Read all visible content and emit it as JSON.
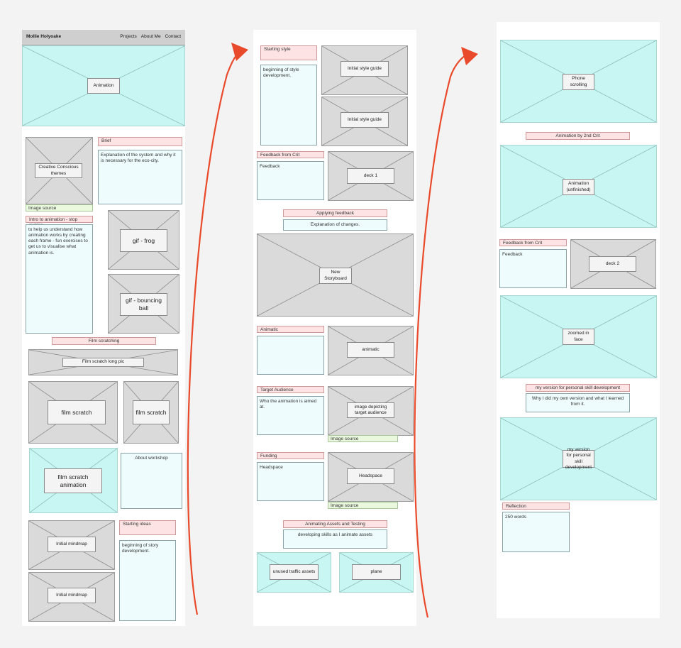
{
  "nav": {
    "brand": "Mollie Holyoake",
    "links": [
      "Projects",
      "About Me",
      "Contact"
    ]
  },
  "col1": {
    "hero": "Animation",
    "creative": "Creative Conscious themes",
    "image_source": "Image source",
    "brief_tag": "Brief",
    "brief_text": "Explanation of the system and why it is necessary for the eco-city.",
    "intro_tag": "Intro to animation - stop motion",
    "intro_text": "to help us understand how animation works by creating each frame - fun exercises to get us to visualise what animation is.",
    "gif_frog": "gif - frog",
    "gif_ball": "gif - bouncing ball",
    "film_tag": "Film scratching",
    "film_long": "Film scratch long pic",
    "film1": "film scratch",
    "film2": "film scratch",
    "film_anim": "film scratch animation",
    "about_workshop": "About workshop",
    "mindmap1": "Initial mindmap",
    "mindmap2": "Initial mindmap",
    "starting_ideas": "Starting ideas",
    "story_text": "beginning of story development."
  },
  "col2": {
    "style_tag": "Starting style",
    "style_text": "beginning of style development.",
    "guide1": "Initial style guide",
    "guide2": "Initial style guide",
    "feedback_tag": "Feedback from Crit",
    "feedback_text": "Feedback",
    "deck1": "deck 1",
    "applying_tag": "Applying feedback",
    "applying_text": "Explanation of changes.",
    "storyboard": "New Storyboard",
    "animatic_tag": "Animatic",
    "animatic": "animatic",
    "audience_tag": "Target Audience",
    "audience_text": "Who the animation is aimed at.",
    "audience_img": "image depicting target audience",
    "image_source1": "Image source",
    "funding_tag": "Funding",
    "funding_text": "Headspace",
    "headspace": "Headspace",
    "image_source2": "Image source",
    "assets_tag": "Animating Assets and Testing",
    "assets_text": "developing skills as I animate assets",
    "traffic": "unused traffic assets",
    "plane": "plane"
  },
  "col3": {
    "phone": "Phone scrolling",
    "anim2_tag": "Animation by 2nd Crit",
    "anim_unfinished": "Animation (unfinished)",
    "feedback_tag": "Feedback from Crit",
    "feedback_text": "Feedback",
    "deck2": "deck 2",
    "face": "zoomed in face",
    "version_tag": "my version for personal skill development",
    "version_text": "Why I did my own version and what I learned from it.",
    "version_img": "my version for personal skill development",
    "reflection_tag": "Reflection",
    "reflection_text": "250 words"
  },
  "colors": {
    "arrow": "#ea4a2c",
    "teal": "#c8f7f3",
    "pink": "#fde3e3",
    "grey": "#dadada"
  }
}
